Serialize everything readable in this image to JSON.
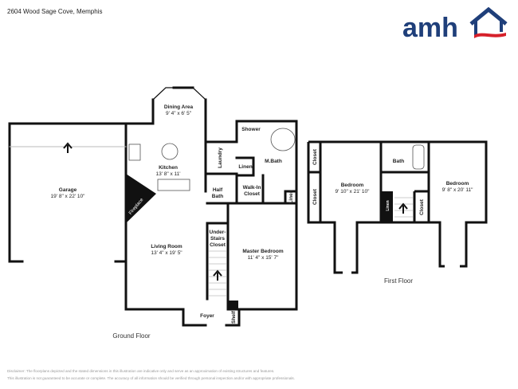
{
  "header": {
    "address": "2604 Wood Sage Cove, Memphis",
    "logo_text": "amh",
    "logo_icon": "house-roof-icon",
    "brand_colors": {
      "primary": "#1f3f7a",
      "accent": "#d6202a"
    }
  },
  "ground_floor": {
    "label": "Ground Floor",
    "rooms": {
      "garage": {
        "name": "Garage",
        "dims": "19' 8\" x 22' 10\""
      },
      "dining": {
        "name": "Dining Area",
        "dims": "9' 4\" x 6' 5\""
      },
      "kitchen": {
        "name": "Kitchen",
        "dims": "13' 8\" x 11'"
      },
      "living": {
        "name": "Living Room",
        "dims": "13' 4\" x 19' 5\""
      },
      "master_bedroom": {
        "name": "Master Bedroom",
        "dims": "11' 4\" x 15' 7\""
      },
      "fireplace": "Fireplace",
      "laundry": "Laundry",
      "shower": "Shower",
      "mbath": "M.Bath",
      "linen1": "Linen",
      "linen2": "Linen",
      "walkin_1": "Walk-In",
      "walkin_2": "Closet",
      "halfbath_1": "Half",
      "halfbath_2": "Bath",
      "understairs_1": "Under-",
      "understairs_2": "Stairs",
      "understairs_3": "Closet",
      "foyer": "Foyer",
      "shelf": "Shelf"
    }
  },
  "first_floor": {
    "label": "First Floor",
    "rooms": {
      "bedroom_left": {
        "name": "Bedroom",
        "dims": "9' 10\" x 21' 10\""
      },
      "bedroom_right": {
        "name": "Bedroom",
        "dims": "9' 8\" x 20' 11\""
      },
      "bath": "Bath",
      "closet_top": "Closet",
      "closet_mid": "Closet",
      "closet_right": "Closet",
      "linen": "Linen"
    }
  },
  "disclaimer": {
    "line1": "Disclaimer: The floorplans depicted and the stated dimensions in this illustration are indicative only and serve as an approximation of existing structures and features.",
    "line2": "This illustration is not guaranteed to be accurate or complete. The accuracy of all information should be verified through personal inspection and/or with appropriate professionals."
  }
}
